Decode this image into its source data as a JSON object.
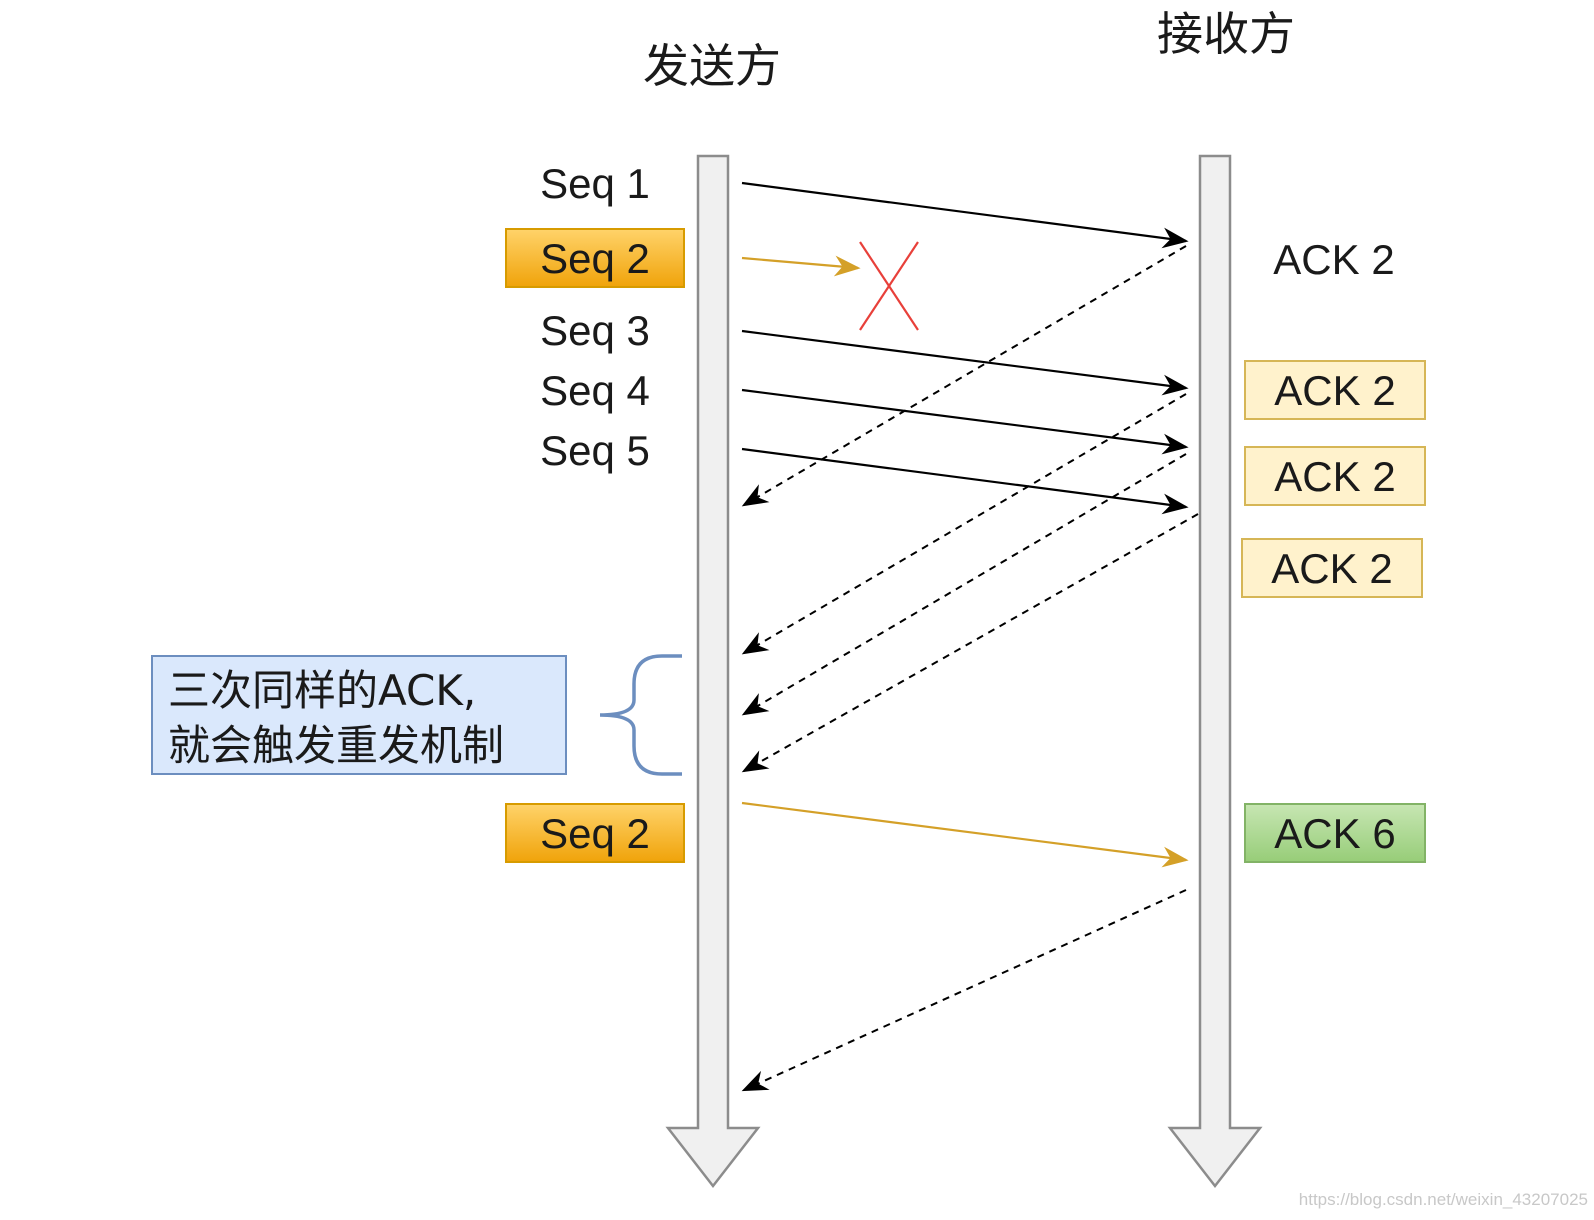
{
  "header": {
    "sender": "发送方",
    "receiver": "接收方"
  },
  "sender_labels": {
    "seq1": "Seq 1",
    "seq2": "Seq 2",
    "seq3": "Seq 3",
    "seq4": "Seq 4",
    "seq5": "Seq 5",
    "seq2_retransmit": "Seq 2"
  },
  "receiver_labels": {
    "ack1": "ACK 2",
    "ack2": "ACK 2",
    "ack3": "ACK 2",
    "ack4": "ACK 2",
    "ack5": "ACK 6"
  },
  "note": {
    "line1": "三次同样的ACK,",
    "line2": "就会触发重发机制"
  },
  "watermark": "https://blog.csdn.net/weixin_43207025",
  "colors": {
    "highlight_fill": "#f7b731",
    "highlight_border": "#d79b00",
    "ack_fill": "#fff2cc",
    "ack_border": "#d6b656",
    "ack_final_fill": "#a9d18e",
    "ack_final_border": "#82b366",
    "note_fill": "#dae8fc",
    "note_border": "#6c8ebf",
    "loss_mark": "#e8403a",
    "retransmit_arrow": "#d4a028",
    "arrow": "#000000",
    "timeline_fill": "#f0f0f0",
    "timeline_stroke": "#8c8c8c"
  }
}
